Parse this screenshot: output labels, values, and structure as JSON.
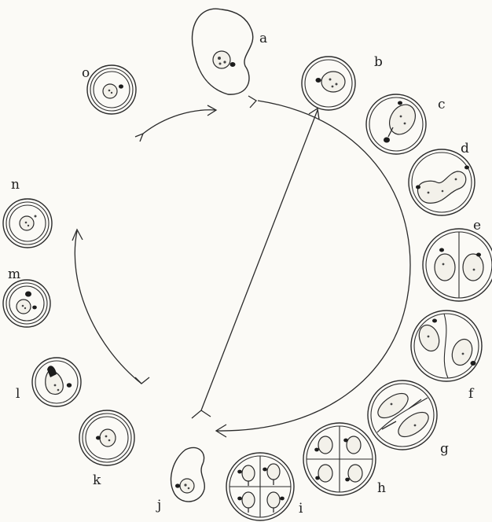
{
  "figure": {
    "stage_labels": [
      "a",
      "b",
      "c",
      "d",
      "e",
      "f",
      "g",
      "h",
      "i",
      "j",
      "k",
      "l",
      "m",
      "n",
      "o"
    ]
  }
}
